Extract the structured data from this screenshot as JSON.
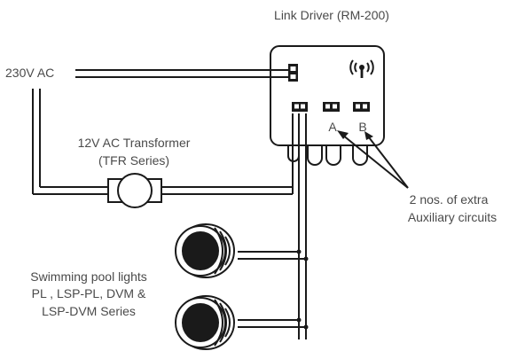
{
  "driver": {
    "label": "Link Driver (RM-200)"
  },
  "supply": {
    "label": "230V AC"
  },
  "transformer": {
    "line1": "12V AC Transformer",
    "line2": "(TFR Series)"
  },
  "terminals": {
    "a_label": "A",
    "b_label": "B"
  },
  "auxiliary": {
    "line1": "2 nos. of extra",
    "line2": "Auxiliary circuits"
  },
  "lights": {
    "line1": "Swimming pool lights",
    "line2": "PL , LSP-PL, DVM &",
    "line3": "LSP-DVM Series"
  },
  "icons": {
    "wireless": "wireless-signal-icon",
    "pool_light": "pool-light-icon",
    "transformer": "transformer-coil-icon"
  }
}
